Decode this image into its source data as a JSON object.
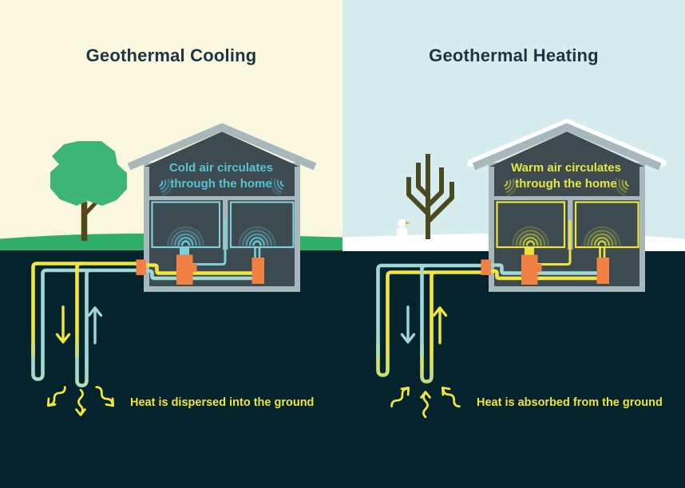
{
  "panels": [
    {
      "id": "cooling",
      "season": "summer",
      "title": "Geothermal Cooling",
      "house_label": "Cold air circulates through the home",
      "caption": "Heat is dispersed into the ground"
    },
    {
      "id": "heating",
      "season": "winter",
      "title": "Geothermal Heating",
      "house_label": "Warm air circulates through the home",
      "caption": "Heat is absorbed from the ground"
    }
  ],
  "colors": {
    "summer_sky": "#FAF8DE",
    "winter_sky": "#D7ECEE",
    "ground": "#05232C",
    "grass": "#2FAE6A",
    "snow": "#FFFFFF",
    "house_frame": "#A6B8BC",
    "house_interior": "#3D4B50",
    "pipe_yellow": "#F0E63D",
    "pipe_cyan": "#9FD8D6",
    "loop_transition_green": "#BCDC8E",
    "duct_cool": "#7FCFD8",
    "duct_warm": "#EDE43C",
    "arc_cool": "#66CBDD",
    "arc_warm": "#C9D23A",
    "unit_orange": "#F08142",
    "title_text": "#1B3642",
    "cool_text": "#57C3D5",
    "warm_text": "#E9E73E",
    "caption_text": "#EDE53C",
    "tree_green": "#3CB577",
    "tree_trunk": "#514718",
    "winter_branches": "#4A4A20"
  },
  "icons": {
    "room-airflow-arc-icon": "concentric semicircle air ripples above vent",
    "ceiling-vent-arc-icon": "tilted concentric arcs at gable corners",
    "down-flow-arrow-icon": "straight arrow pointing down",
    "up-flow-arrow-icon": "straight arrow pointing up",
    "heat-squiggle-arrow-icon": "wavy arrow radiating heat",
    "summer-tree-icon": "green leafy tree",
    "winter-tree-icon": "bare branched tree",
    "snowman-icon": "stacked white circles with carrot nose",
    "heat-pump-icon": "orange basement unit",
    "pipe-connector-icon": "orange wall sleeve",
    "house-cross-section": "gray framed house with rooms"
  }
}
